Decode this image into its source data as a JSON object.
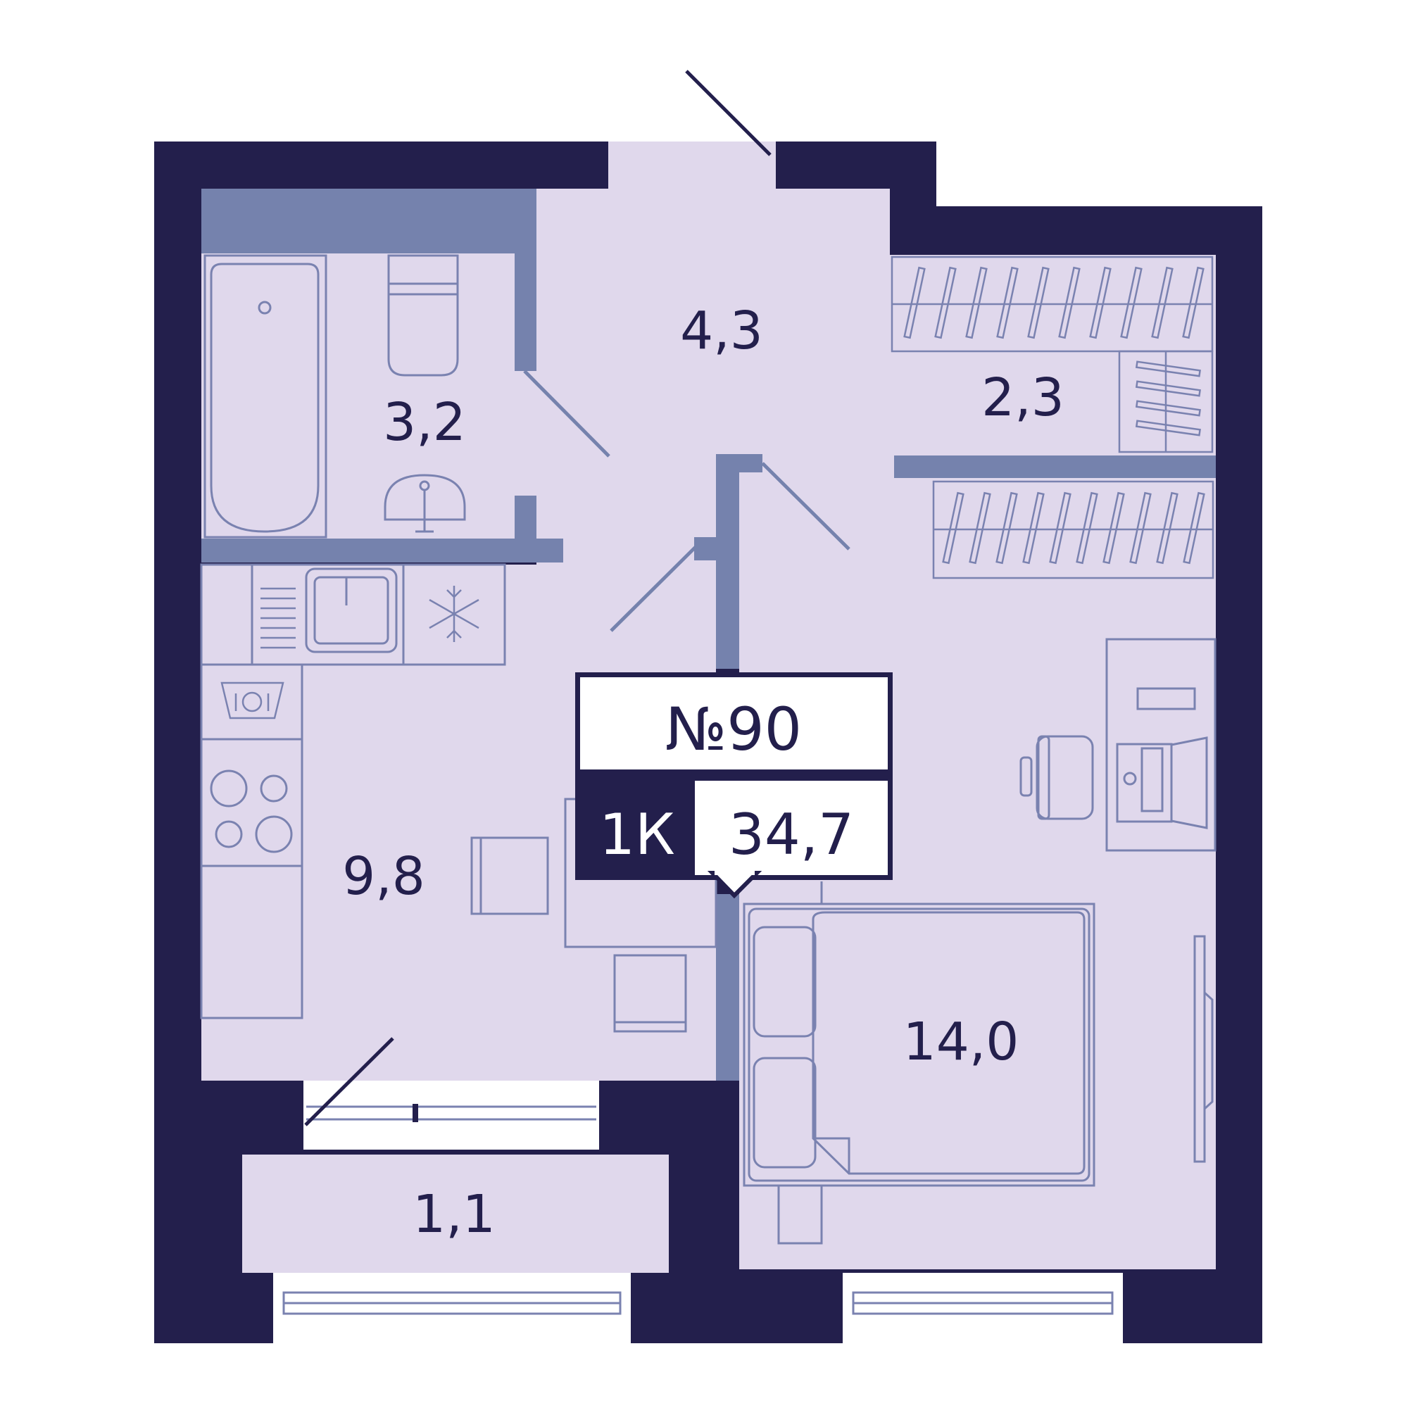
{
  "colors": {
    "wall_outer": "#231f4c",
    "wall_inner": "#7582ad",
    "floor": "#e0d8ec",
    "furniture_stroke": "#7a82b0",
    "badge_dark": "#231f4c",
    "badge_light": "#ffffff"
  },
  "apartment": {
    "number": "№90",
    "type": "1К",
    "total_area": "34,7"
  },
  "rooms": {
    "hall": "4,3",
    "bathroom": "3,2",
    "storage": "2,3",
    "kitchen": "9,8",
    "bedroom": "14,0",
    "balcony": "1,1"
  },
  "icons": {
    "sink": "sink-icon",
    "freezer": "snowflake-icon",
    "dishwasher": "dishwasher-icon",
    "stove": "stove-icon",
    "toilet": "toilet-icon",
    "bathtub": "bathtub-icon",
    "washbasin": "washbasin-icon",
    "bed": "bed-icon",
    "desk": "desk-icon",
    "chair": "chair-icon",
    "tv": "tv-icon"
  }
}
